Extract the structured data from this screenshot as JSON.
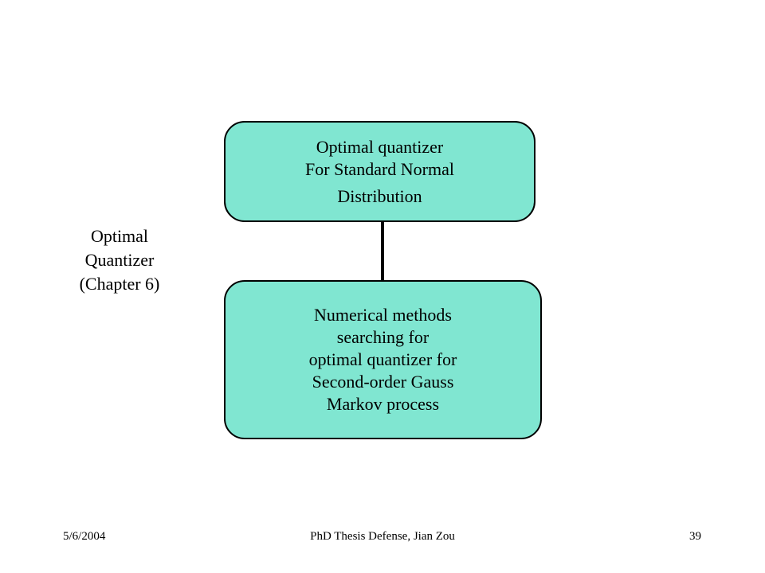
{
  "colors": {
    "box_fill": "#80e6d1",
    "box_border": "#000000",
    "connector": "#000000"
  },
  "diagram": {
    "top_box": {
      "lines": [
        "Optimal quantizer",
        "For Standard Normal",
        "Distribution"
      ]
    },
    "bottom_box": {
      "lines": [
        "Numerical methods",
        "searching for",
        "optimal quantizer for",
        "Second-order Gauss",
        "Markov process"
      ]
    },
    "side_label": {
      "lines": [
        "Optimal",
        "Quantizer",
        "(Chapter 6)"
      ]
    }
  },
  "footer": {
    "date": "5/6/2004",
    "title": "PhD Thesis Defense, Jian Zou",
    "page": "39"
  }
}
